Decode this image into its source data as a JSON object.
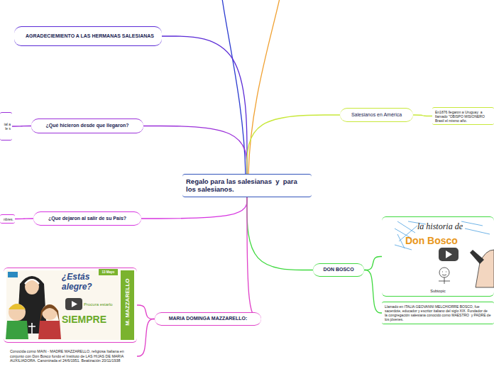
{
  "diagram": {
    "nodes": [
      {
        "text": [
          "Regalo para las salesianas  y  para los salesianos."
        ]
      },
      {
        "text": [
          "AGRADECIEMIENTO A LAS HERMANAS SALESIANAS"
        ]
      },
      {
        "text": [
          "¿Qué hicieron desde que llegaron?"
        ]
      },
      {
        "text": [
          "ial a le s"
        ]
      },
      {
        "text": [
          "Salesianos en América"
        ]
      },
      {
        "text": [
          "En1876 llegaron a Uruguay  a llamado \"OBISPO MISIONERO Brasil el mismo año."
        ]
      },
      {
        "text": [
          "¿Que dejaron al salir de su País?"
        ]
      },
      {
        "text": [
          "nbres."
        ]
      },
      {
        "text": [
          "DON BOSCO"
        ]
      },
      {
        "text": [
          "la historia de",
          "Don Bosco",
          "Subtopic"
        ]
      },
      {
        "text": [
          "Llamado en ITALIA GEOVANNI MELCHIORRE BOSCO, fue sacerdote, educador y escritor italiano del siglo XIX. Fundador de la congregación salesiana conocido como MAESTRO  y PADRE de los jóvenes."
        ]
      },
      {
        "text": [
          "MARIA DOMINGA MAZZARELLO:"
        ]
      },
      {
        "text": [
          "13 Mayo",
          "¿Estás alegre?",
          "Procura estarlo",
          "SIEMPRE",
          "M. MAZZARELLO"
        ]
      },
      {
        "text": [
          "Conocida como MAIN - MADRE MAZZARELLO, religiosa Italiana en conjunto con Don Bosco fundo el Instituto de LAS HIJAS DE MARIA AUXILIADORA. Canonizada el 24/6/1951. Beatización 20/11/1938"
        ]
      }
    ],
    "edges": [
      {
        "from": 0,
        "to": 1,
        "arrow": "none"
      },
      {
        "from": 0,
        "to": 2,
        "arrow": "none"
      },
      {
        "from": 2,
        "to": 3,
        "arrow": "none"
      },
      {
        "from": 0,
        "to": 4,
        "arrow": "none"
      },
      {
        "from": 4,
        "to": 5,
        "arrow": "none"
      },
      {
        "from": 0,
        "to": 6,
        "arrow": "none"
      },
      {
        "from": 6,
        "to": 7,
        "arrow": "none"
      },
      {
        "from": 0,
        "to": 8,
        "arrow": "none"
      },
      {
        "from": 8,
        "to": 9,
        "arrow": "none"
      },
      {
        "from": 8,
        "to": 10,
        "arrow": "none"
      },
      {
        "from": 0,
        "to": 11,
        "arrow": "none"
      },
      {
        "from": 11,
        "to": 12,
        "arrow": "none"
      },
      {
        "from": 11,
        "to": 13,
        "arrow": "none"
      }
    ]
  }
}
